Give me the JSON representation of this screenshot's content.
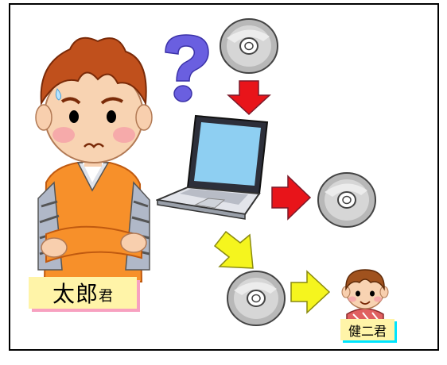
{
  "labels": {
    "taro_name": "太郎",
    "taro_suffix": "君",
    "kenji": "健二君"
  },
  "icons": [
    "question-mark-icon",
    "dvd-disc-icon",
    "laptop-icon",
    "arrow-icon",
    "boy-icon",
    "child-icon"
  ],
  "colors": {
    "red_arrow": "#e8141a",
    "yellow_arrow": "#f5f51e",
    "question": "#6a5fe0",
    "label_bg": "#fff4a8",
    "taro_shadow": "#f7a1c0",
    "kenji_shadow": "#00e5ff"
  }
}
